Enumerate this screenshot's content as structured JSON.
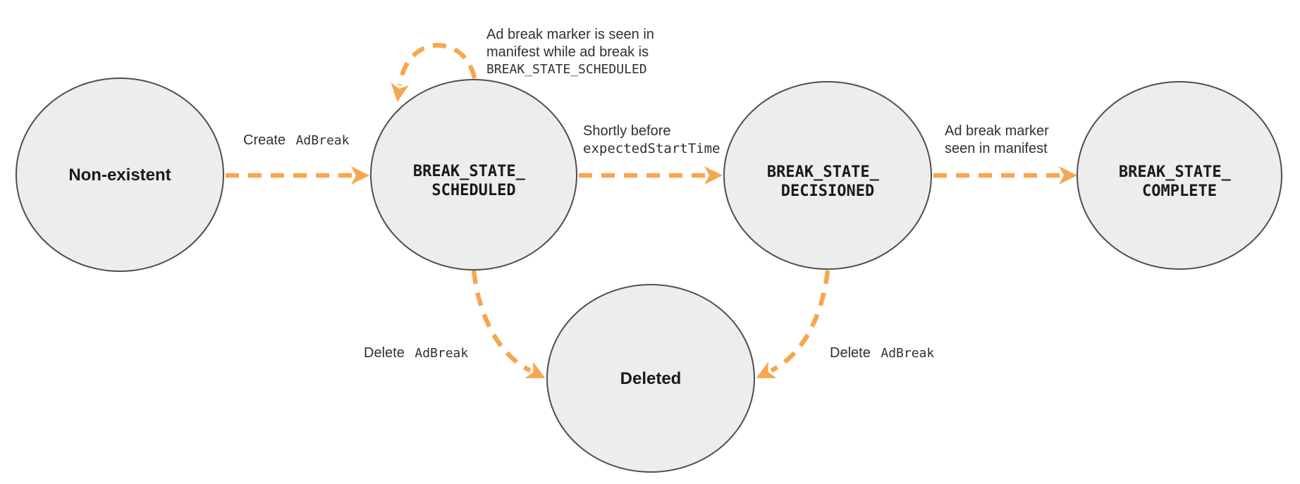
{
  "colors": {
    "arrow": "#F8A64E",
    "node-fill": "#EDEDED",
    "node-stroke": "#4F4F4F",
    "node-text": "#1A1A1A",
    "label-text": "#303030"
  },
  "states": {
    "non_existent": {
      "label": "Non-existent"
    },
    "scheduled": {
      "line1": "BREAK_STATE_",
      "line2": "SCHEDULED"
    },
    "decisioned": {
      "line1": "BREAK_STATE_",
      "line2": "DECISIONED"
    },
    "complete": {
      "line1": "BREAK_STATE_",
      "line2": "COMPLETE"
    },
    "deleted": {
      "label": "Deleted"
    }
  },
  "transitions": {
    "create": {
      "action": "Create",
      "code": "AdBreak"
    },
    "self_loop": {
      "line1": "Ad break marker is seen in",
      "line2": "manifest while ad break is",
      "line3": "BREAK_STATE_SCHEDULED"
    },
    "decision": {
      "line1": "Shortly before",
      "line2_code": "expectedStartTime"
    },
    "marker_seen": {
      "line1": "Ad break marker",
      "line2": "seen in manifest"
    },
    "delete_from_scheduled": {
      "action": "Delete",
      "code": "AdBreak"
    },
    "delete_from_decisioned": {
      "action": "Delete",
      "code": "AdBreak"
    }
  }
}
